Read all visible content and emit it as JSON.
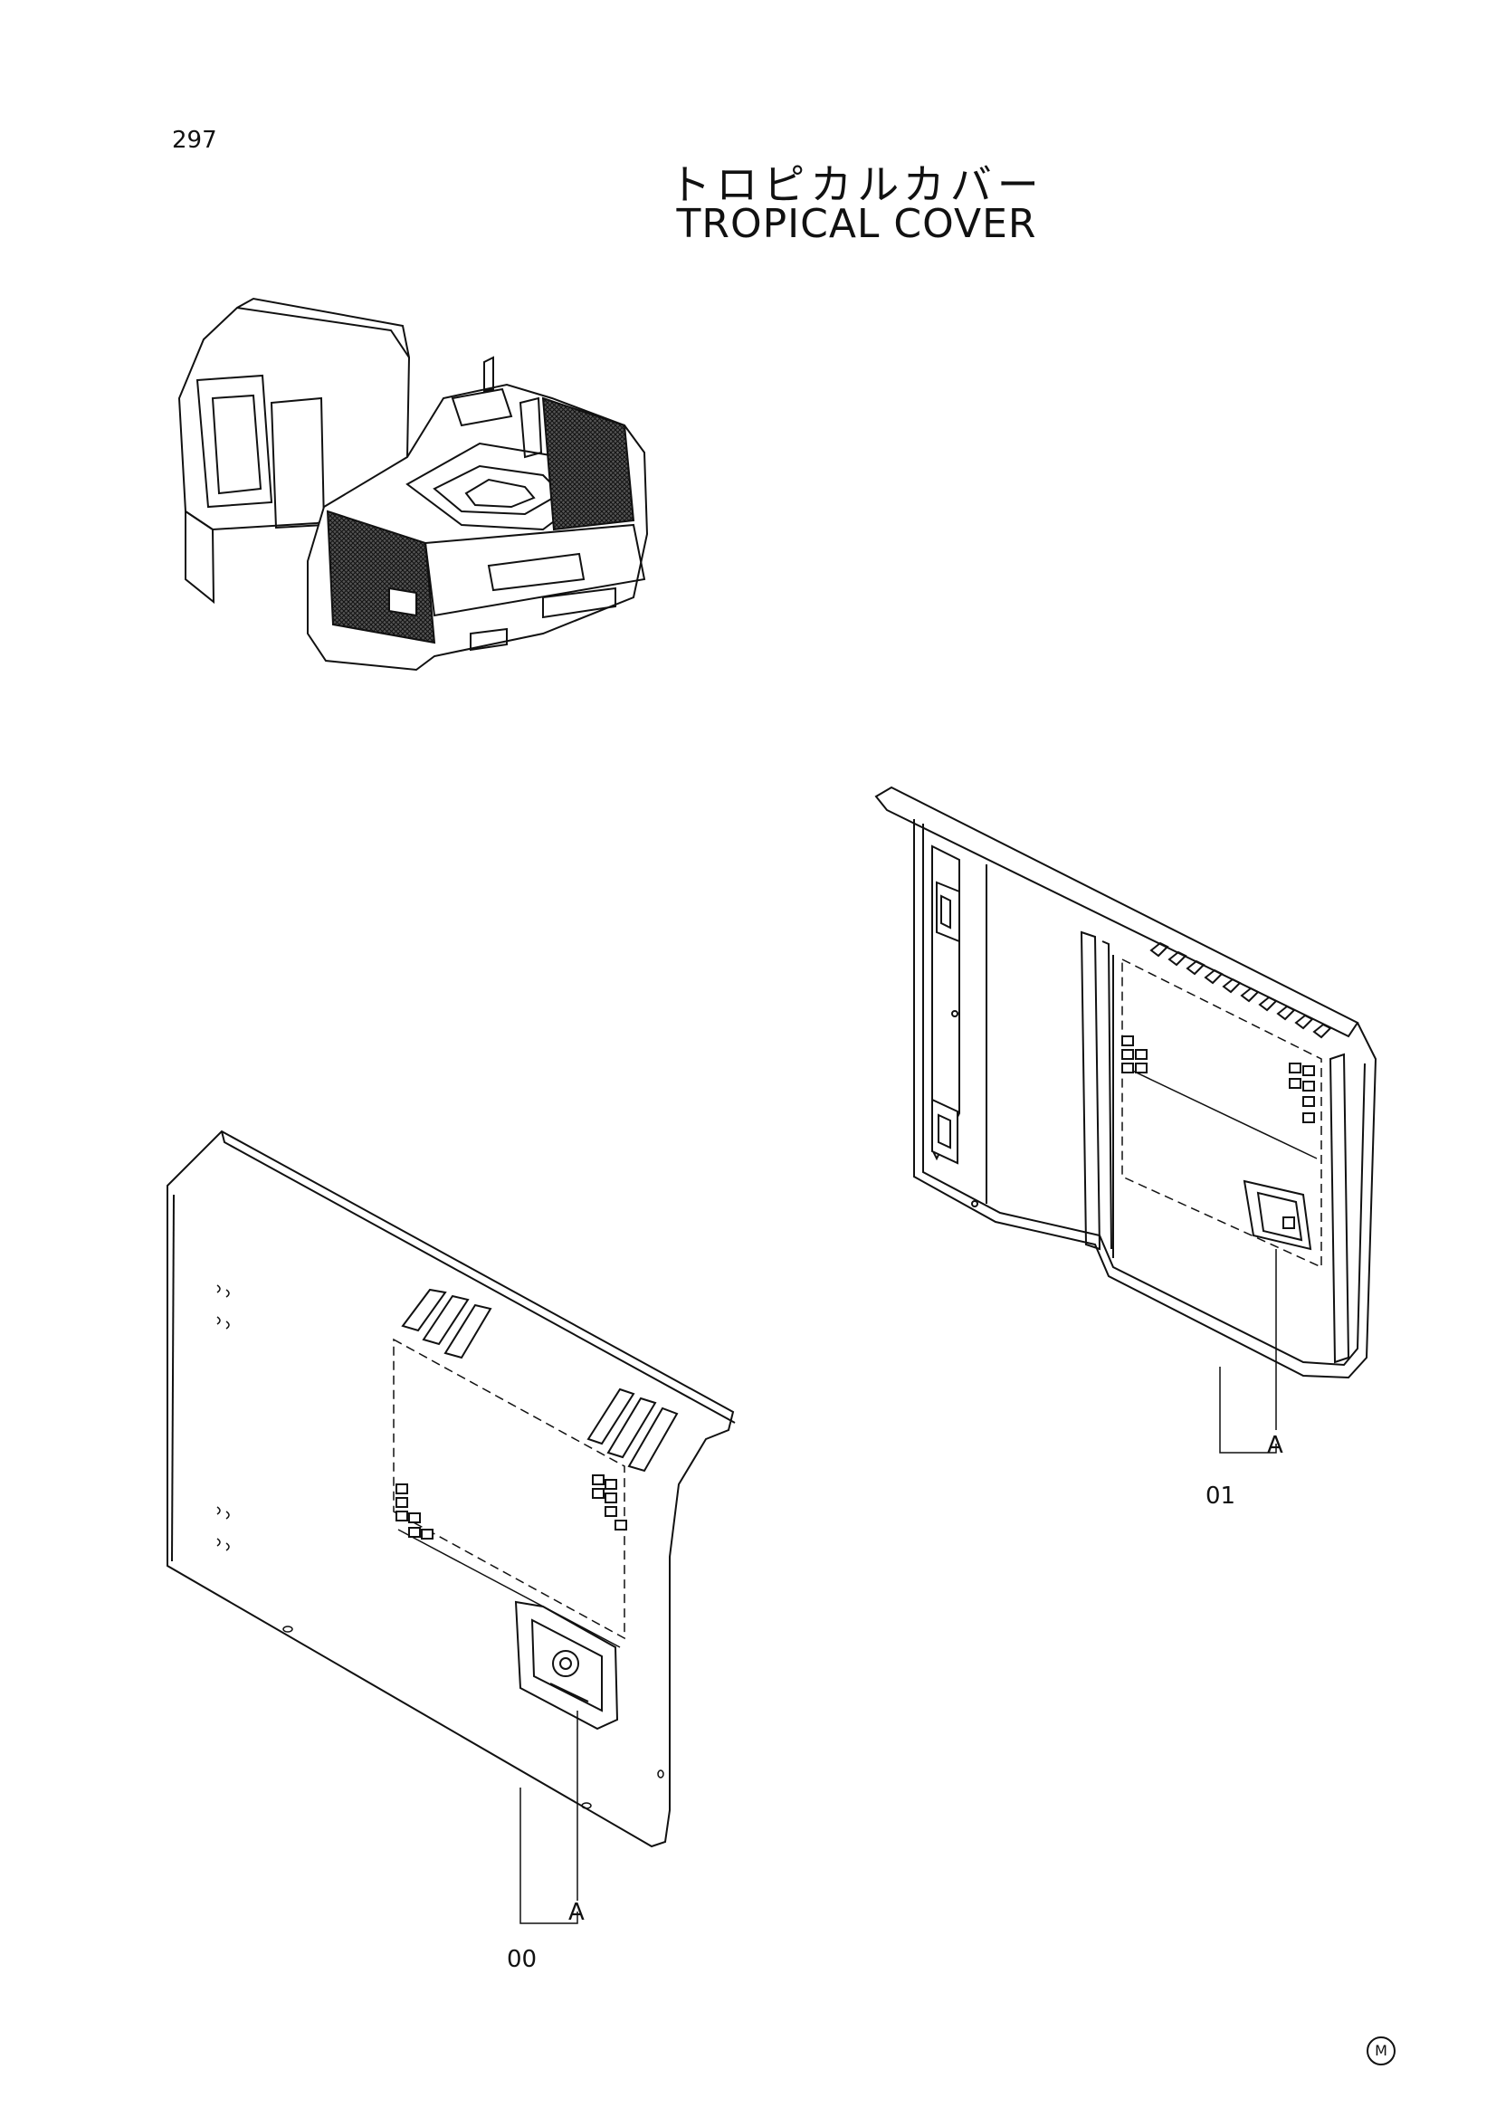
{
  "page": {
    "number": "297"
  },
  "title": {
    "japanese": "トロピカルカバー",
    "english": "TROPICAL COVER"
  },
  "callouts": {
    "part_00": {
      "ref": "00",
      "detail": "A"
    },
    "part_01": {
      "ref": "01",
      "detail": "A"
    }
  },
  "footer": {
    "mark": "M"
  }
}
